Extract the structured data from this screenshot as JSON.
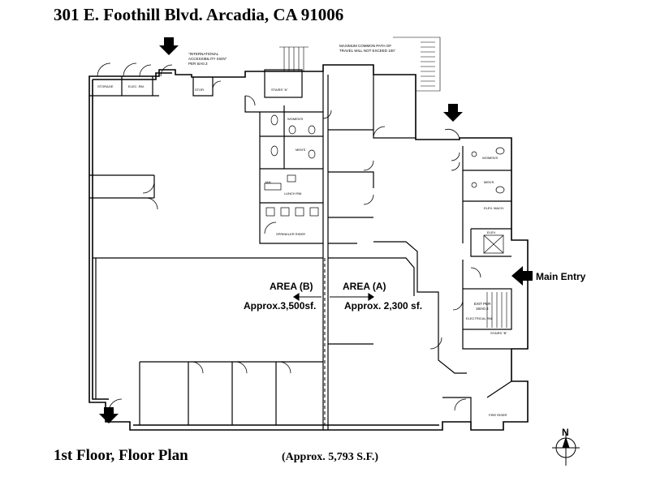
{
  "header": {
    "title": "301 E. Foothill Blvd.  Arcadia, CA 91006"
  },
  "footer": {
    "floor_label": "1st Floor, Floor Plan",
    "area_total": "(Approx. 5,793 S.F.)"
  },
  "plan": {
    "area_b_label": "AREA (B)",
    "area_b_size": "Approx.3,500sf.",
    "area_a_label": "AREA (A)",
    "area_a_size": "Approx. 2,300 sf.",
    "main_entry": "Main Entry",
    "north_label": "N",
    "note_accessibility": [
      "\"INTERNATIONAL",
      "ACCESSIBILITY SIGN\"",
      "PER 5/A0.3"
    ],
    "note_travel": [
      "MAXIMUM COMMON PATH OF",
      "TRAVEL WILL NOT EXCEED 100'"
    ],
    "note_exit": [
      "EXIT PER",
      "16/A0.3"
    ],
    "rooms": {
      "storage": "STORAGE",
      "elec": "ELEC. RM.",
      "stair_a": "STAIRS \"A\"",
      "stair_b": "STAIRS \"B\"",
      "storage2": "STOR.",
      "womens": "WOMEN'S",
      "janitor": "JAN.",
      "mens": "MEN'S",
      "lunch": "LUNCH RM.",
      "sprinkler": "SPRINKLER RISER",
      "elev_mach": "ELEV. MACH.",
      "elev": "ELEV.",
      "electrical": "ELECTRICAL RM.",
      "fire_riser": "FIRE RISER"
    }
  }
}
